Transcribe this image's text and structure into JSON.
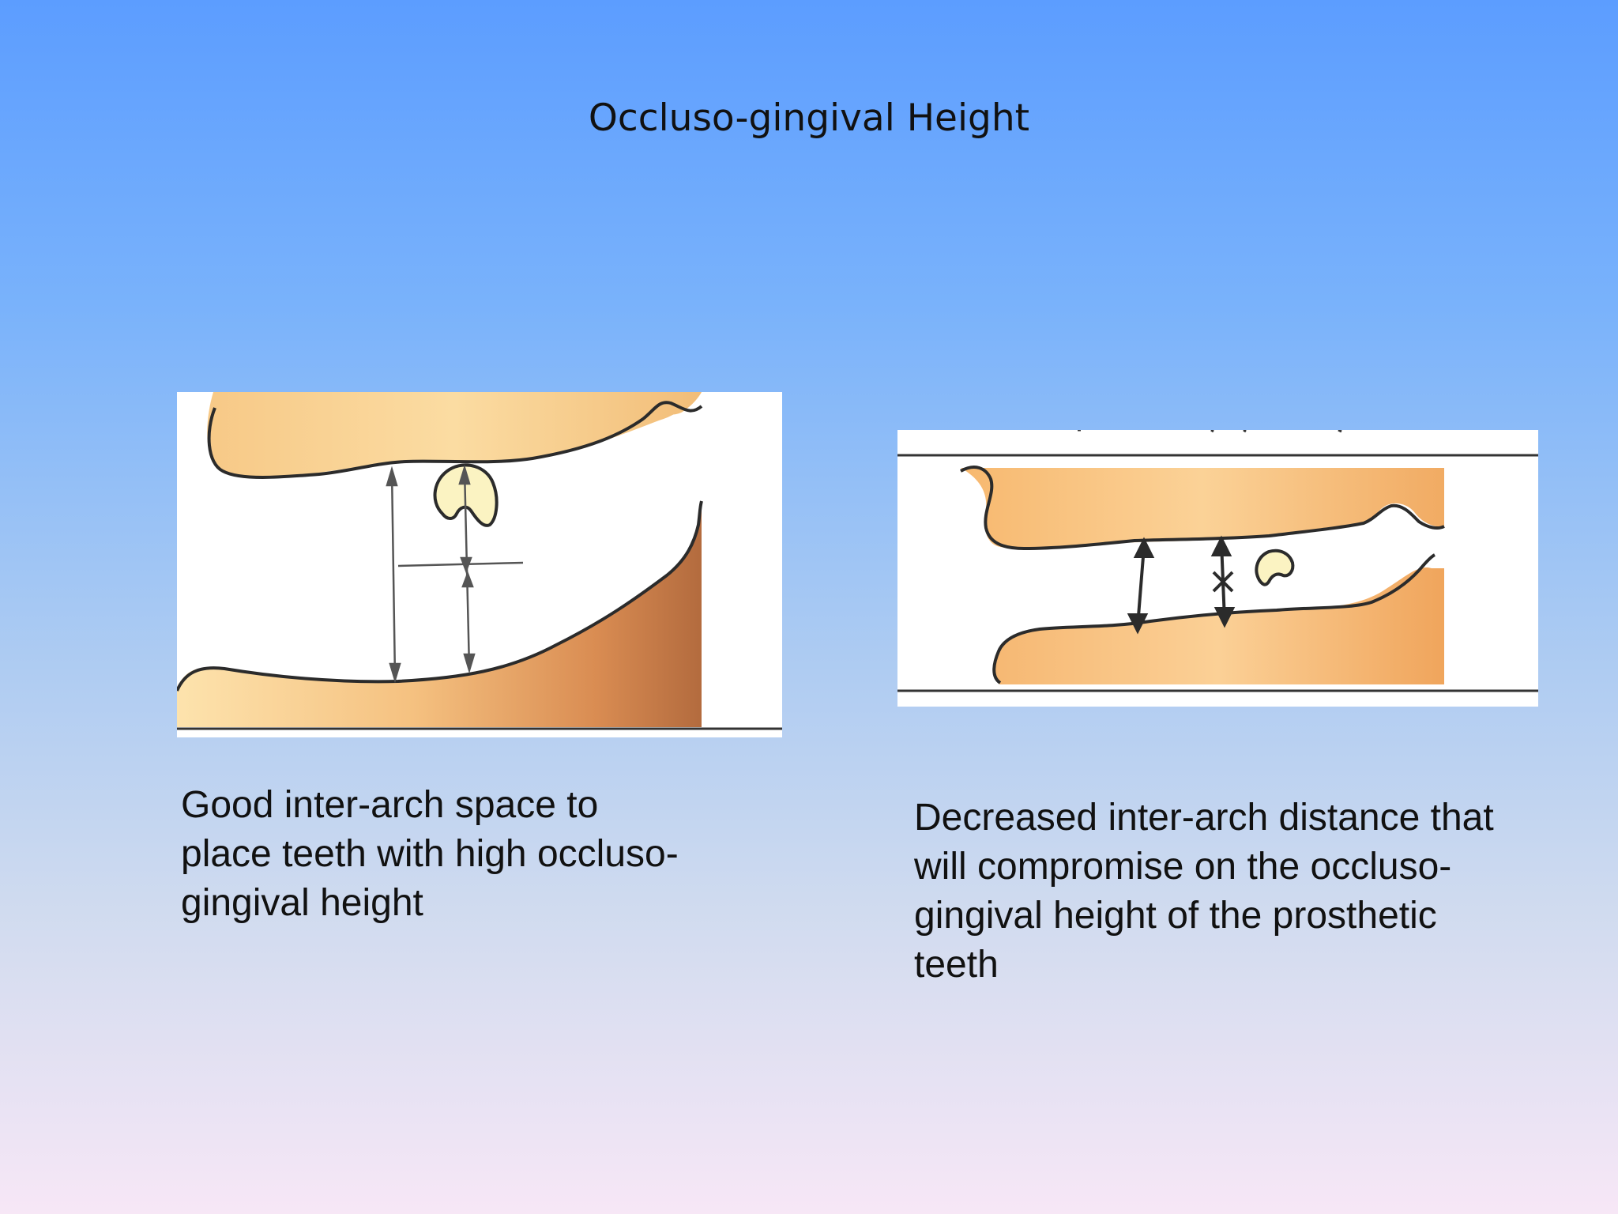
{
  "slide": {
    "title": "Occluso-gingival Height"
  },
  "figures": [
    {
      "caption_lines": [
        "Good inter-arch space to",
        "place teeth with high occluso-",
        "gingival height"
      ]
    },
    {
      "caption_lines": [
        "Decreased inter-arch distance that",
        "will compromise on the occluso-",
        "gingival height of the prosthetic",
        "teeth"
      ]
    }
  ],
  "colors": {
    "ridge_light": "#fbe0a8",
    "ridge_mid": "#f3b66e",
    "ridge_dark": "#b66d3f",
    "tooth": "#fbf3c2",
    "outline": "#2b2b2b"
  }
}
